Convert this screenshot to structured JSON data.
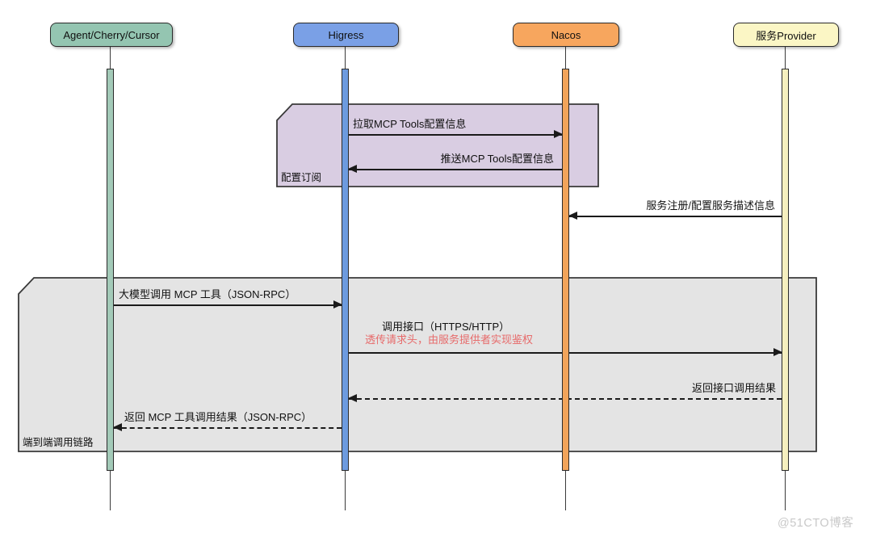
{
  "watermark": "@51CTO博客",
  "actors": [
    {
      "label": "Agent/Cherry/Cursor",
      "header_color": "#94c5b1",
      "bar_color": "#a3cab8"
    },
    {
      "label": "Higress",
      "header_color": "#7aa0e6",
      "bar_color": "#6d9bdf"
    },
    {
      "label": "Nacos",
      "header_color": "#f7a65e",
      "bar_color": "#f2a45a"
    },
    {
      "label": "服务Provider",
      "header_color": "#fbf6c5",
      "bar_color": "#f6f0bf"
    }
  ],
  "groups": [
    {
      "label": "配置订阅",
      "fill": "#d9cde2"
    },
    {
      "label": "端到端调用链路",
      "fill": "#e4e4e4"
    }
  ],
  "messages": [
    {
      "label": "拉取MCP Tools配置信息",
      "from": "Higress",
      "to": "Nacos",
      "style": "solid"
    },
    {
      "label": "推送MCP Tools配置信息",
      "from": "Nacos",
      "to": "Higress",
      "style": "solid"
    },
    {
      "label": "服务注册/配置服务描述信息",
      "from": "服务Provider",
      "to": "Nacos",
      "style": "solid"
    },
    {
      "label": "大模型调用 MCP 工具（JSON-RPC）",
      "from": "Agent/Cherry/Cursor",
      "to": "Higress",
      "style": "solid"
    },
    {
      "label": "调用接口（HTTPS/HTTP）",
      "note": "透传请求头，由服务提供者实现鉴权",
      "from": "Higress",
      "to": "服务Provider",
      "style": "solid"
    },
    {
      "label": "返回接口调用结果",
      "from": "服务Provider",
      "to": "Higress",
      "style": "dashed"
    },
    {
      "label": "返回 MCP 工具调用结果（JSON-RPC）",
      "from": "Higress",
      "to": "Agent/Cherry/Cursor",
      "style": "dashed"
    }
  ],
  "colors": {
    "note_red": "#e76b6b",
    "line": "#1a1a1a",
    "watermark_gray": "#c9c9c9"
  }
}
